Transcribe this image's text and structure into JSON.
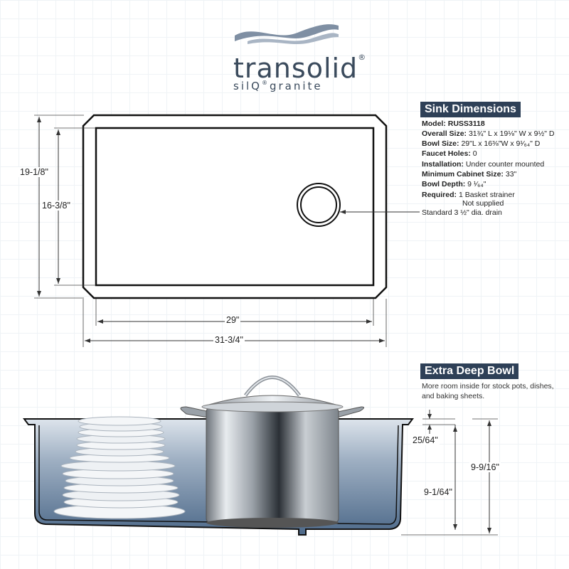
{
  "brand": {
    "name": "transolid",
    "tagline": "silQ",
    "tagline_suffix": "granite",
    "registered_mark": "®"
  },
  "dimensions_panel": {
    "title": "Sink Dimensions",
    "specs": [
      {
        "label": "Model:",
        "value": "RUSS3118"
      },
      {
        "label": "Overall Size:",
        "value": "31¾\" L x 19⅛\" W x 9½\" D"
      },
      {
        "label": "Bowl Size:",
        "value": "29\"L x 16⅜\"W x 9¹⁄₆₄\" D"
      },
      {
        "label": "Faucet Holes:",
        "value": "0"
      },
      {
        "label": "Installation:",
        "value": "Under counter mounted"
      },
      {
        "label": "Minimum Cabinet Size:",
        "value": "33\""
      },
      {
        "label": "Bowl Depth:",
        "value": "9 ¹⁄₆₄\""
      },
      {
        "label": "Required:",
        "value": "1 Basket strainer"
      }
    ],
    "required_note": "Not supplied",
    "drain_note": "Standard 3 ½\" dia. drain"
  },
  "top_view": {
    "outer_height": "19-1/8\"",
    "bowl_height": "16-3/8\"",
    "bowl_width": "29\"",
    "outer_width": "31-3/4\""
  },
  "deep_bowl_panel": {
    "title": "Extra Deep Bowl",
    "description": "More room inside for stock pots, dishes, and baking sheets."
  },
  "section_view": {
    "rim_depth": "25/64\"",
    "total_depth": "9-9/16\"",
    "bowl_depth": "9-1/64\""
  },
  "colors": {
    "panel_title_bg": "#2e4057",
    "sink_fill_top": "#c9d3de",
    "sink_fill_bottom": "#4e6a8a",
    "outline": "#111111"
  }
}
